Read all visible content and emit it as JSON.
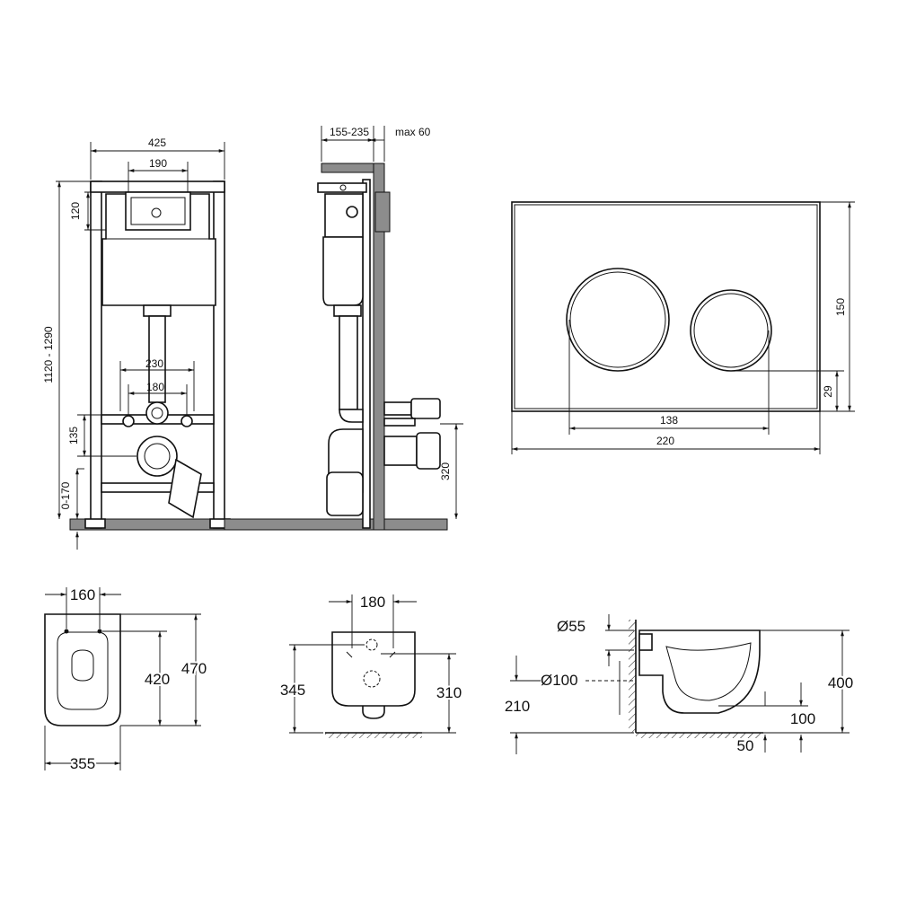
{
  "frame_front": {
    "width": "425",
    "tank_width": "190",
    "top_offset": "120",
    "total_height": "1120 - 1290",
    "rod_spacing": "230",
    "bolt_spacing": "180",
    "bolt_height": "135",
    "foot_adjust": "0-170"
  },
  "frame_side": {
    "depth": "155-235",
    "panel_max": "max 60",
    "drain_height": "320"
  },
  "flush_plate": {
    "height": "150",
    "button_offset": "29",
    "button_span": "138",
    "width": "220"
  },
  "bowl_top": {
    "bolt_spacing": "160",
    "seat_depth": "420",
    "length": "470",
    "width": "355"
  },
  "bowl_front": {
    "top_span": "180",
    "height_left": "345",
    "height_right": "310"
  },
  "bowl_side": {
    "inlet_diameter": "Ø55",
    "outlet_diameter": "Ø100",
    "outlet_height": "210",
    "total_height": "400",
    "drop": "100",
    "gap": "50"
  }
}
